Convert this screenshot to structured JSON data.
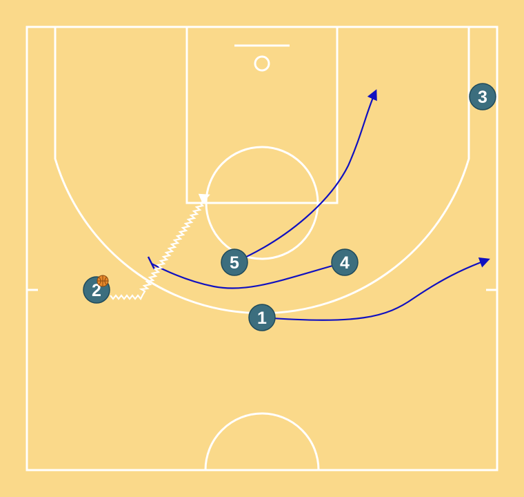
{
  "colors": {
    "court": "#fad98a",
    "lines": "#ffffff",
    "player_fill": "#3c6e7e",
    "movement": "#1010c0",
    "dribble": "#ffffff",
    "ball": "#e8892c"
  },
  "players": [
    {
      "label": "1"
    },
    {
      "label": "2"
    },
    {
      "label": "3"
    },
    {
      "label": "4"
    },
    {
      "label": "5"
    }
  ],
  "ball_holder": "2",
  "icons": {
    "ball": "basketball-icon",
    "screen": "screen-icon",
    "arrow": "arrow-head-icon"
  }
}
